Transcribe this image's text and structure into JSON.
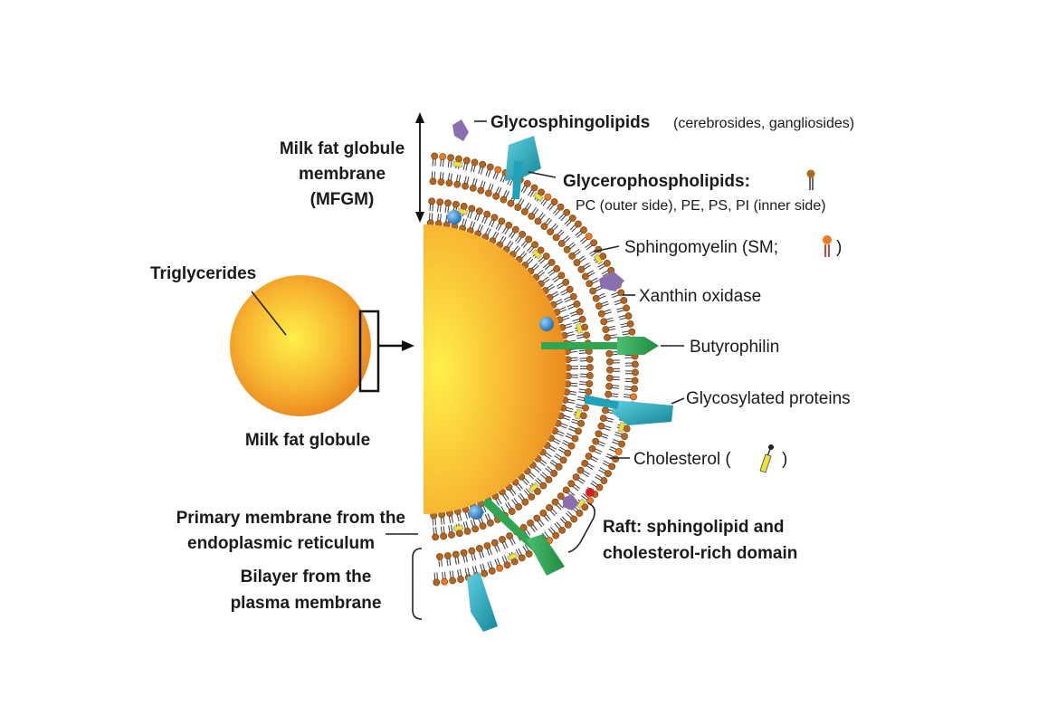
{
  "diagram": {
    "mfgm_label": [
      "Milk fat globule",
      "membrane",
      "(MFGM)"
    ],
    "triglycerides": "Triglycerides",
    "globule": "Milk fat globule",
    "glycosphingolipids": "Glycosphingolipids",
    "glycosphingolipids_note": "(cerebrosides, gangliosides)",
    "glycerophospholipids": "Glycerophospholipids:",
    "glycerophospholipids_note": "PC (outer side), PE, PS, PI (inner side)",
    "sphingomyelin": "Sphingomyelin (SM;",
    "sphingomyelin_close": ")",
    "xanthin": "Xanthin oxidase",
    "butyrophilin": "Butyrophilin",
    "glycosylated": "Glycosylated proteins",
    "cholesterol": "Cholesterol (",
    "cholesterol_close": ")",
    "raft": [
      "Raft: sphingolipid and",
      "cholesterol-rich domain"
    ],
    "primary": [
      "Primary membrane from the",
      "endoplasmic reticulum"
    ],
    "bilayer": [
      "Bilayer from the",
      "plasma membrane"
    ]
  },
  "colors": {
    "globule_center": "#fff04a",
    "globule_edge": "#e8821c",
    "head": "#b5651d",
    "pc_head": "#f07a20",
    "glycosylated": "#1fa2b8",
    "butyrophilin": "#2fa64f",
    "xanthin": "#8a6fb0",
    "cholesterol": "#f0e13a",
    "blue_protein": "#2f83c8"
  }
}
